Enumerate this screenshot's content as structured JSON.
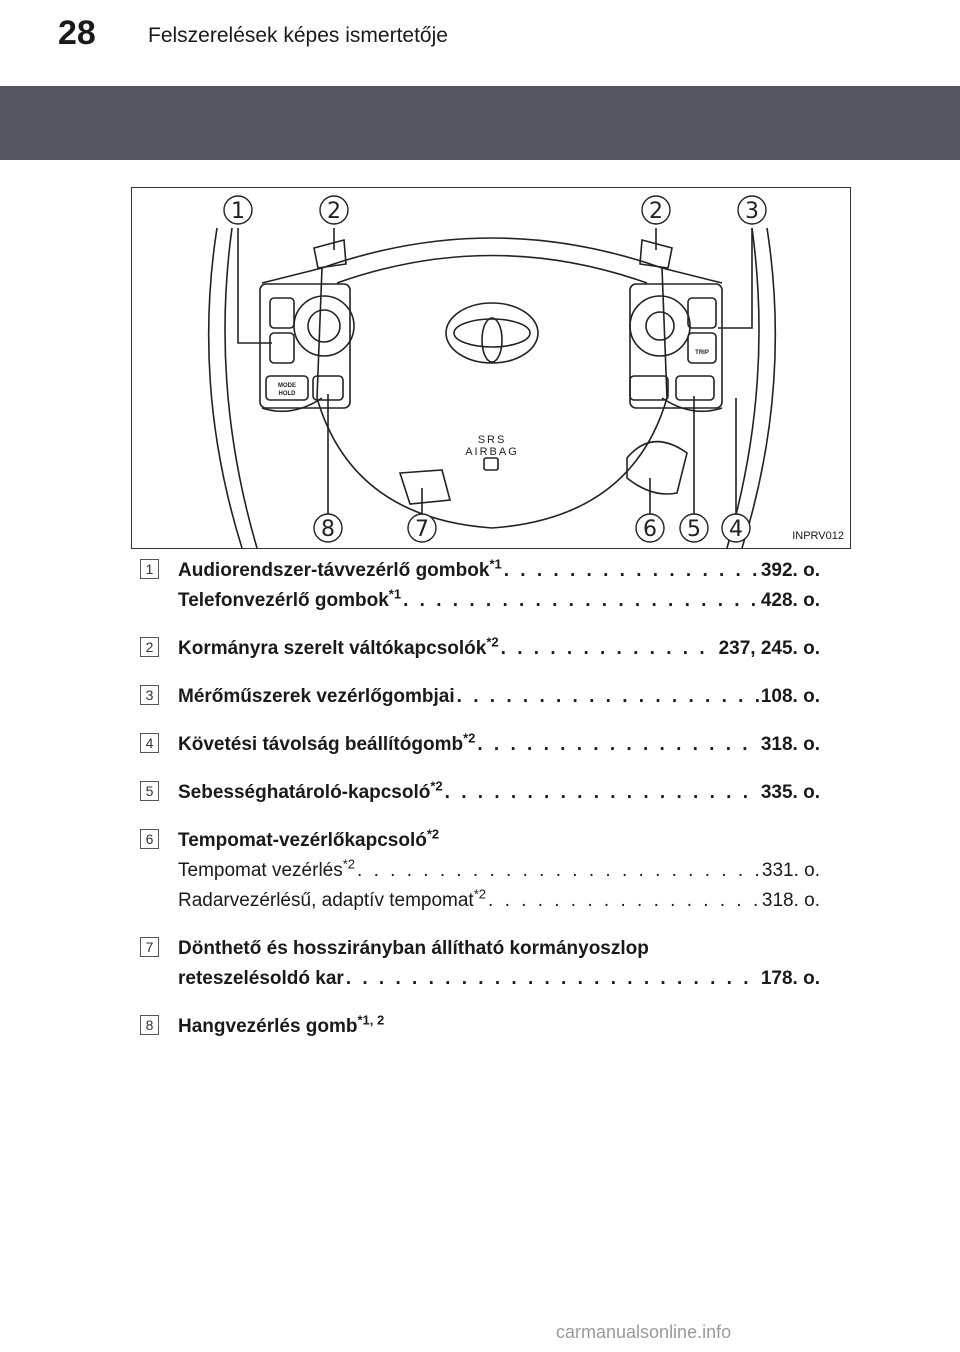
{
  "header": {
    "page_number": "28",
    "title": "Felszerelések képes ismertetője"
  },
  "figure": {
    "code": "INPRV012",
    "callouts": [
      "1",
      "2",
      "2",
      "3",
      "8",
      "7",
      "6",
      "5",
      "4"
    ],
    "airbag_label_1": "SRS",
    "airbag_label_2": "AIRBAG",
    "btn_mode": "MODE",
    "btn_hold": "HOLD",
    "btn_trip": "TRIP"
  },
  "items": [
    {
      "num": "1",
      "lines": [
        {
          "bold": true,
          "text": "Audiorendszer-távvezérlő gombok",
          "sup": "*1",
          "page": "392. o."
        },
        {
          "bold": true,
          "text": "Telefonvezérlő gombok",
          "sup": "*1",
          "page": "428. o."
        }
      ]
    },
    {
      "num": "2",
      "lines": [
        {
          "bold": true,
          "text": "Kormányra szerelt váltókapcsolók",
          "sup": "*2",
          "page": "237, 245. o."
        }
      ]
    },
    {
      "num": "3",
      "lines": [
        {
          "bold": true,
          "text": "Mérőműszerek vezérlőgombjai",
          "sup": "",
          "page": "108. o."
        }
      ]
    },
    {
      "num": "4",
      "lines": [
        {
          "bold": true,
          "text": "Követési távolság beállítógomb",
          "sup": "*2",
          "page": "318. o."
        }
      ]
    },
    {
      "num": "5",
      "lines": [
        {
          "bold": true,
          "text": "Sebességhatároló-kapcsoló",
          "sup": "*2",
          "page": "335. o."
        }
      ]
    },
    {
      "num": "6",
      "lines": [
        {
          "bold": true,
          "text": "Tempomat-vezérlőkapcsoló",
          "sup": "*2",
          "page": ""
        },
        {
          "bold": false,
          "text": "Tempomat vezérlés",
          "sup": "*2",
          "page": "331. o."
        },
        {
          "bold": false,
          "text": "Radarvezérlésű, adaptív tempomat",
          "sup": "*2",
          "page": "318. o."
        }
      ]
    },
    {
      "num": "7",
      "lines": [
        {
          "bold": true,
          "text": "Dönthető és hosszirányban állítható kormányoszlop",
          "sup": "",
          "page": ""
        },
        {
          "bold": true,
          "text": "reteszelésoldó kar",
          "sup": "",
          "page": "178. o."
        }
      ]
    },
    {
      "num": "8",
      "lines": [
        {
          "bold": true,
          "text": "Hangvezérlés gomb",
          "sup": "*1, 2",
          "page": ""
        }
      ]
    }
  ],
  "watermark": "carmanualsonline.info"
}
